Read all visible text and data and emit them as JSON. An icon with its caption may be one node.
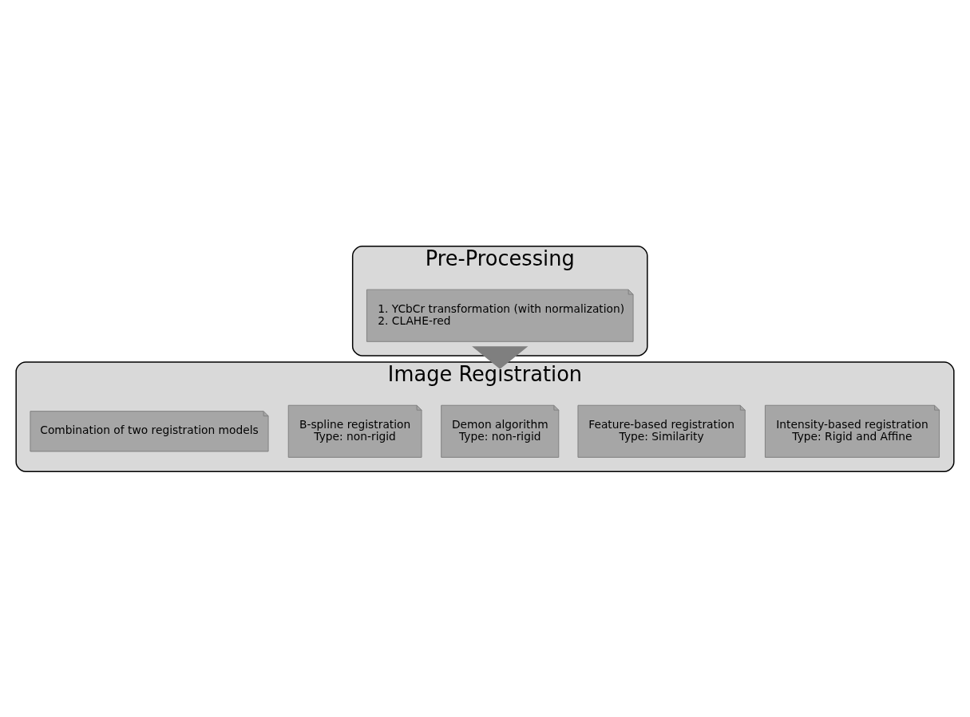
{
  "diagram": {
    "nodes": [
      {
        "text": [
          "Pre-Processing"
        ]
      },
      {
        "text": [
          "1. YCbCr transformation (with normalization)",
          "2. CLAHE-red"
        ],
        "in": 0
      },
      {
        "text": [
          "Image Registration"
        ]
      },
      {
        "text": [
          "Intensity-based registration",
          "Type: Rigid and Affine"
        ],
        "in": 2
      },
      {
        "text": [
          "Feature-based registration",
          "Type: Similarity"
        ],
        "in": 2
      },
      {
        "text": [
          "Demon algorithm",
          "Type: non-rigid"
        ],
        "in": 2
      },
      {
        "text": [
          "B-spline registration",
          "Type: non-rigid"
        ],
        "in": 2
      },
      {
        "text": [
          "Combination of two registration models"
        ],
        "in": 2
      }
    ],
    "edges": [
      {
        "from": 0,
        "to": 2,
        "arrow": "to",
        "style": "thick"
      }
    ]
  }
}
